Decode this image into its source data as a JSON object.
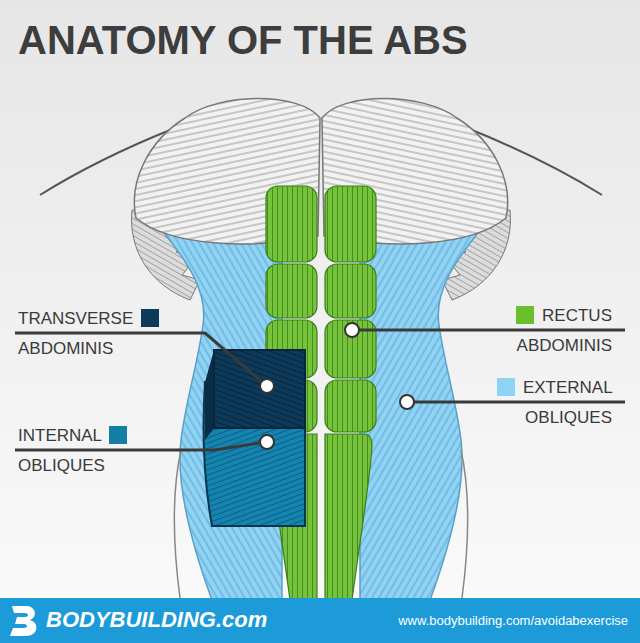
{
  "diagram": {
    "title": "ANATOMY OF THE ABS",
    "labels": [
      "BODYBUILDING.com",
      "www.bodybuilding.com/avoidabexercise"
    ],
    "legend": [
      {
        "text": "TRANSVERSE ABDOMINIS",
        "color": "#0e3a5a"
      },
      {
        "text": "RECTUS ABDOMINIS",
        "color": "#6cbf2c"
      },
      {
        "text": "EXTERNAL OBLIQUES",
        "color": "#8fd3f4"
      },
      {
        "text": "INTERNAL OBLIQUES",
        "color": "#137ea6"
      }
    ]
  }
}
